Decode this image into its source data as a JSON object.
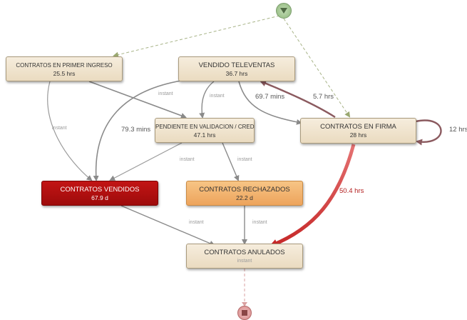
{
  "nodes": {
    "primer_ingreso": {
      "title": "CONTRATOS EN PRIMER INGRESO",
      "value": "25.5 hrs"
    },
    "televentas": {
      "title": "VENDIDO TELEVENTAS",
      "value": "36.7 hrs"
    },
    "validacion": {
      "title": "PENDIENTE EN VALIDACION / CRED",
      "value": "47.1 hrs"
    },
    "firma": {
      "title": "CONTRATOS EN FIRMA",
      "value": "28 hrs"
    },
    "vendidos": {
      "title": "CONTRATOS VENDIDOS",
      "value": "67.9 d"
    },
    "rechazados": {
      "title": "CONTRATOS RECHAZADOS",
      "value": "22.2 d"
    },
    "anulados": {
      "title": "CONTRATOS ANULADOS",
      "value": "instant"
    }
  },
  "edge_labels": {
    "primer_to_vendidos": "instant",
    "tele_to_vendidos": "instant",
    "tele_to_validacion": "instant",
    "tele_79": "79.3 mins",
    "tele_to_firma": "69.7 mins",
    "firma_to_tele": "5.7 hrs",
    "firma_self": "12 hrs",
    "validacion_to_vendidos": "instant",
    "validacion_to_rechazados": "instant",
    "firma_to_anulados": "50.4 hrs",
    "vendidos_to_anulados": "instant",
    "rechazados_to_anulados": "instant"
  },
  "colors": {
    "node_fill": "#eadbc0",
    "node_hot": "#a80e0e",
    "node_warm": "#f0ad66",
    "edge_gray": "#8a8a8a",
    "edge_hot": "#c62828",
    "start": "#9bc08a",
    "end": "#d98b8b"
  },
  "icons": {
    "start": "start-triangle-icon",
    "end": "end-square-icon"
  }
}
